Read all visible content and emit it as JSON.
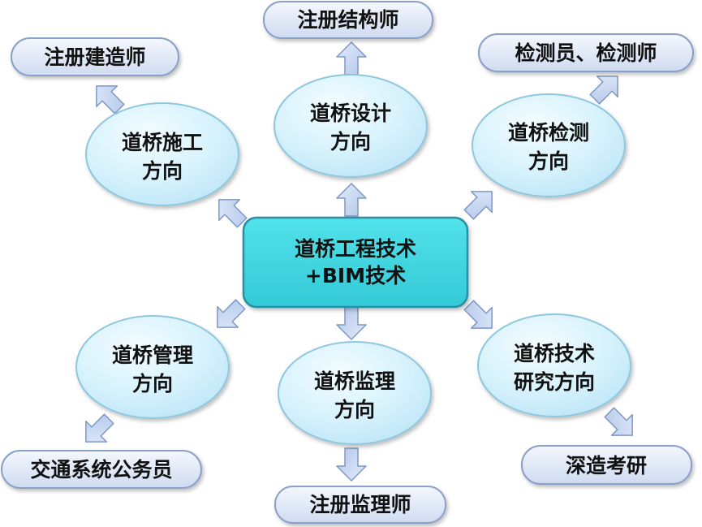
{
  "center": {
    "line1": "道桥工程技术",
    "line2": "+BIM技术"
  },
  "directions": {
    "design": {
      "line1": "道桥设计",
      "line2": "方向"
    },
    "construction": {
      "line1": "道桥施工",
      "line2": "方向"
    },
    "inspection": {
      "line1": "道桥检测",
      "line2": "方向"
    },
    "management": {
      "line1": "道桥管理",
      "line2": "方向"
    },
    "supervision": {
      "line1": "道桥监理",
      "line2": "方向"
    },
    "research": {
      "line1": "道桥技术",
      "line2": "研究方向"
    }
  },
  "careers": {
    "structural_engineer": "注册结构师",
    "construction_engineer": "注册建造师",
    "inspector": "检测员、检测师",
    "civil_servant": "交通系统公务员",
    "supervision_engineer": "注册监理师",
    "graduate_study": "深造考研"
  },
  "colors": {
    "center_fill": "#3fd6e0",
    "center_stroke": "#2a8fa3",
    "ellipse_fill": "#d4f1fb",
    "ellipse_stroke": "#8ec7e0",
    "pill_fill": "#dfe7f6",
    "pill_stroke": "#8aa0c8",
    "arrow_fill": "#c2d3f0",
    "arrow_stroke": "#7f98c6"
  }
}
